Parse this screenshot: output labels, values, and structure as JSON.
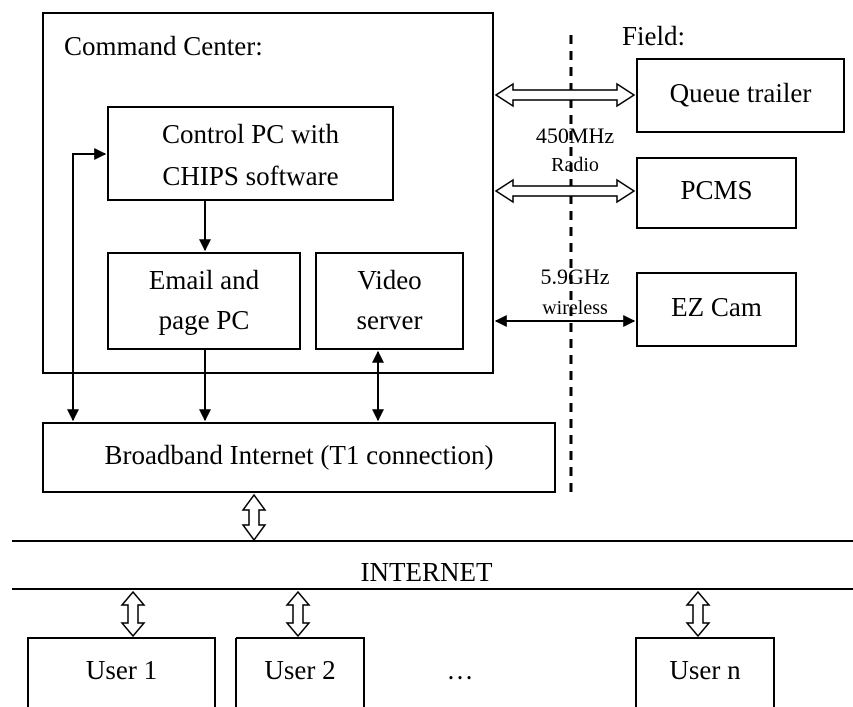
{
  "command_center": {
    "title": "Command Center:",
    "control_pc": {
      "line1": "Control PC with",
      "line2": "CHIPS software"
    },
    "email_pc": {
      "line1": "Email and",
      "line2": "page PC"
    },
    "video_server": {
      "line1": "Video",
      "line2": "server"
    }
  },
  "field": {
    "title": "Field:",
    "queue_trailer": "Queue trailer",
    "pcms": "PCMS",
    "ez_cam": "EZ Cam"
  },
  "links": {
    "radio": {
      "line1": "450MHz",
      "line2": "Radio"
    },
    "wireless": {
      "line1": "5.9GHz",
      "line2": "wireless"
    }
  },
  "broadband": "Broadband Internet (T1 connection)",
  "internet": "INTERNET",
  "users": {
    "user1": "User 1",
    "user2": "User 2",
    "ellipsis": "…",
    "usern": "User n"
  }
}
